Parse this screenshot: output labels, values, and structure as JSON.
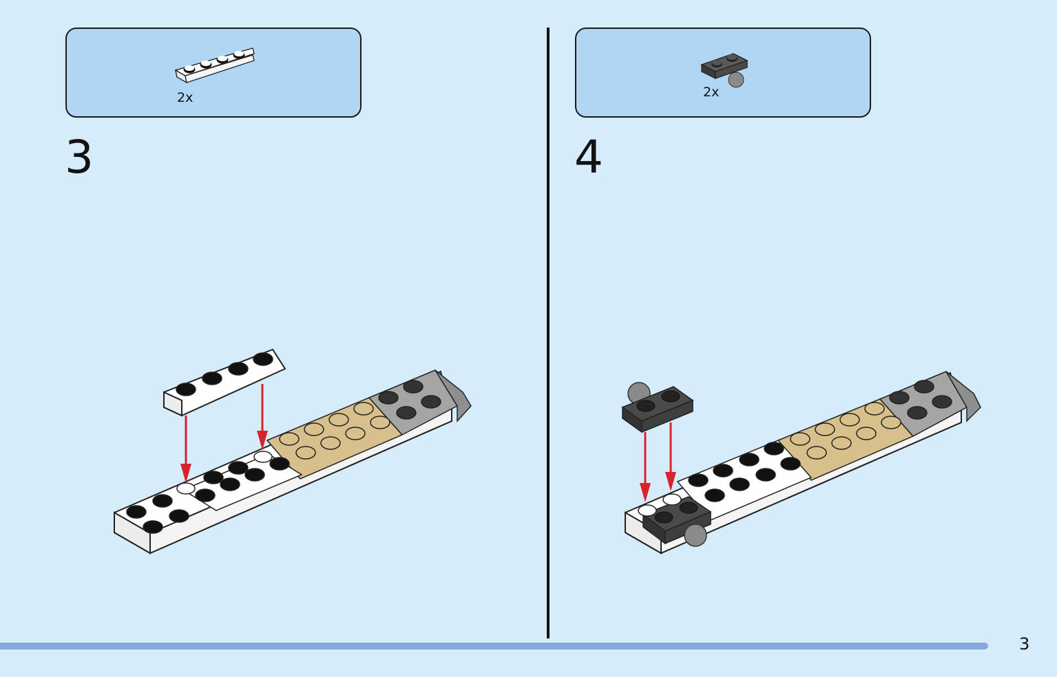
{
  "steps": [
    {
      "number": "3",
      "parts_quantity": "2x",
      "part_color": "white"
    },
    {
      "number": "4",
      "parts_quantity": "2x",
      "part_color": "dark-gray"
    }
  ],
  "page_number": "3",
  "colors": {
    "background": "#d6ecfa",
    "parts_box": "#b0d6f4",
    "progress_bar": "#86a9dc",
    "arrow": "#d7232e",
    "white_brick": "#ffffff",
    "tan_brick": "#d7c08c",
    "gray_brick": "#a5a5a5",
    "dark_brick": "#4a4a4a"
  },
  "icons": [
    "white-1x4-plate-icon",
    "dark-gray-1x2-plate-with-ball-icon",
    "down-arrow-icon"
  ]
}
